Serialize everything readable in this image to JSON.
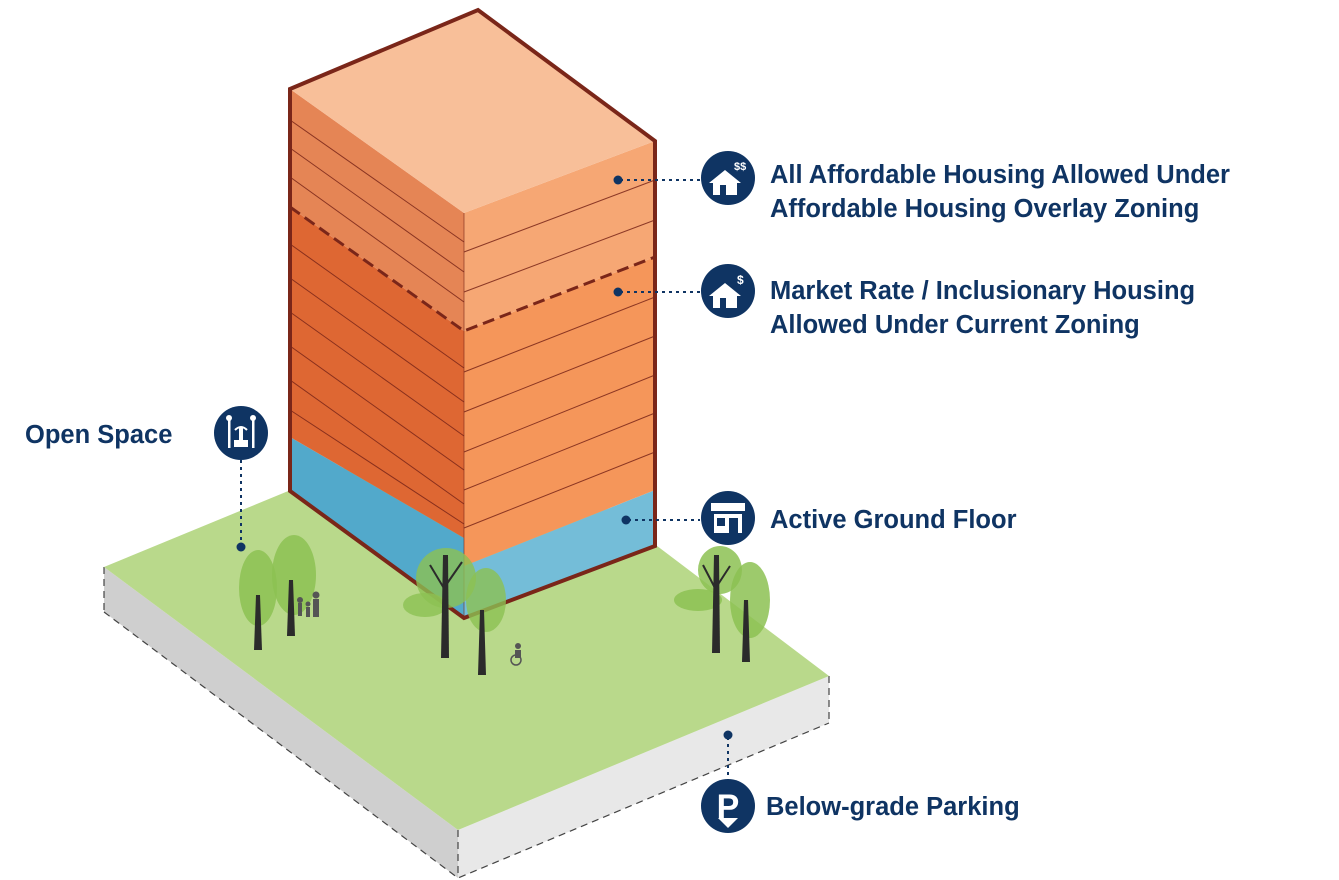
{
  "labels": {
    "affordable": [
      "All Affordable Housing Allowed Under",
      "Affordable Housing Overlay Zoning"
    ],
    "market": [
      "Market Rate / Inclusionary Housing",
      "Allowed Under Current Zoning"
    ],
    "ground_floor": "Active Ground Floor",
    "parking": "Below-grade Parking",
    "open_space": "Open Space"
  },
  "icons": {
    "affordable": "house-double-dollar-icon",
    "market": "house-dollar-icon",
    "ground_floor": "storefront-icon",
    "parking": "parking-down-icon",
    "open_space": "park-fountain-icon"
  },
  "icon_text": {
    "affordable": "$$",
    "market": "$",
    "parking": "P"
  },
  "colors": {
    "label_navy": "#0f3463",
    "outline": "#7a2619",
    "roof": "#f8bf99",
    "affordable_left": "#e58555",
    "affordable_right": "#f6a774",
    "market_left": "#de6733",
    "market_right": "#f5965a",
    "ground_left": "#52a9cb",
    "ground_right": "#74bdd8",
    "lawn": "#b9d98b",
    "base_left": "#cfcfcf",
    "base_right": "#e8e8e8"
  }
}
